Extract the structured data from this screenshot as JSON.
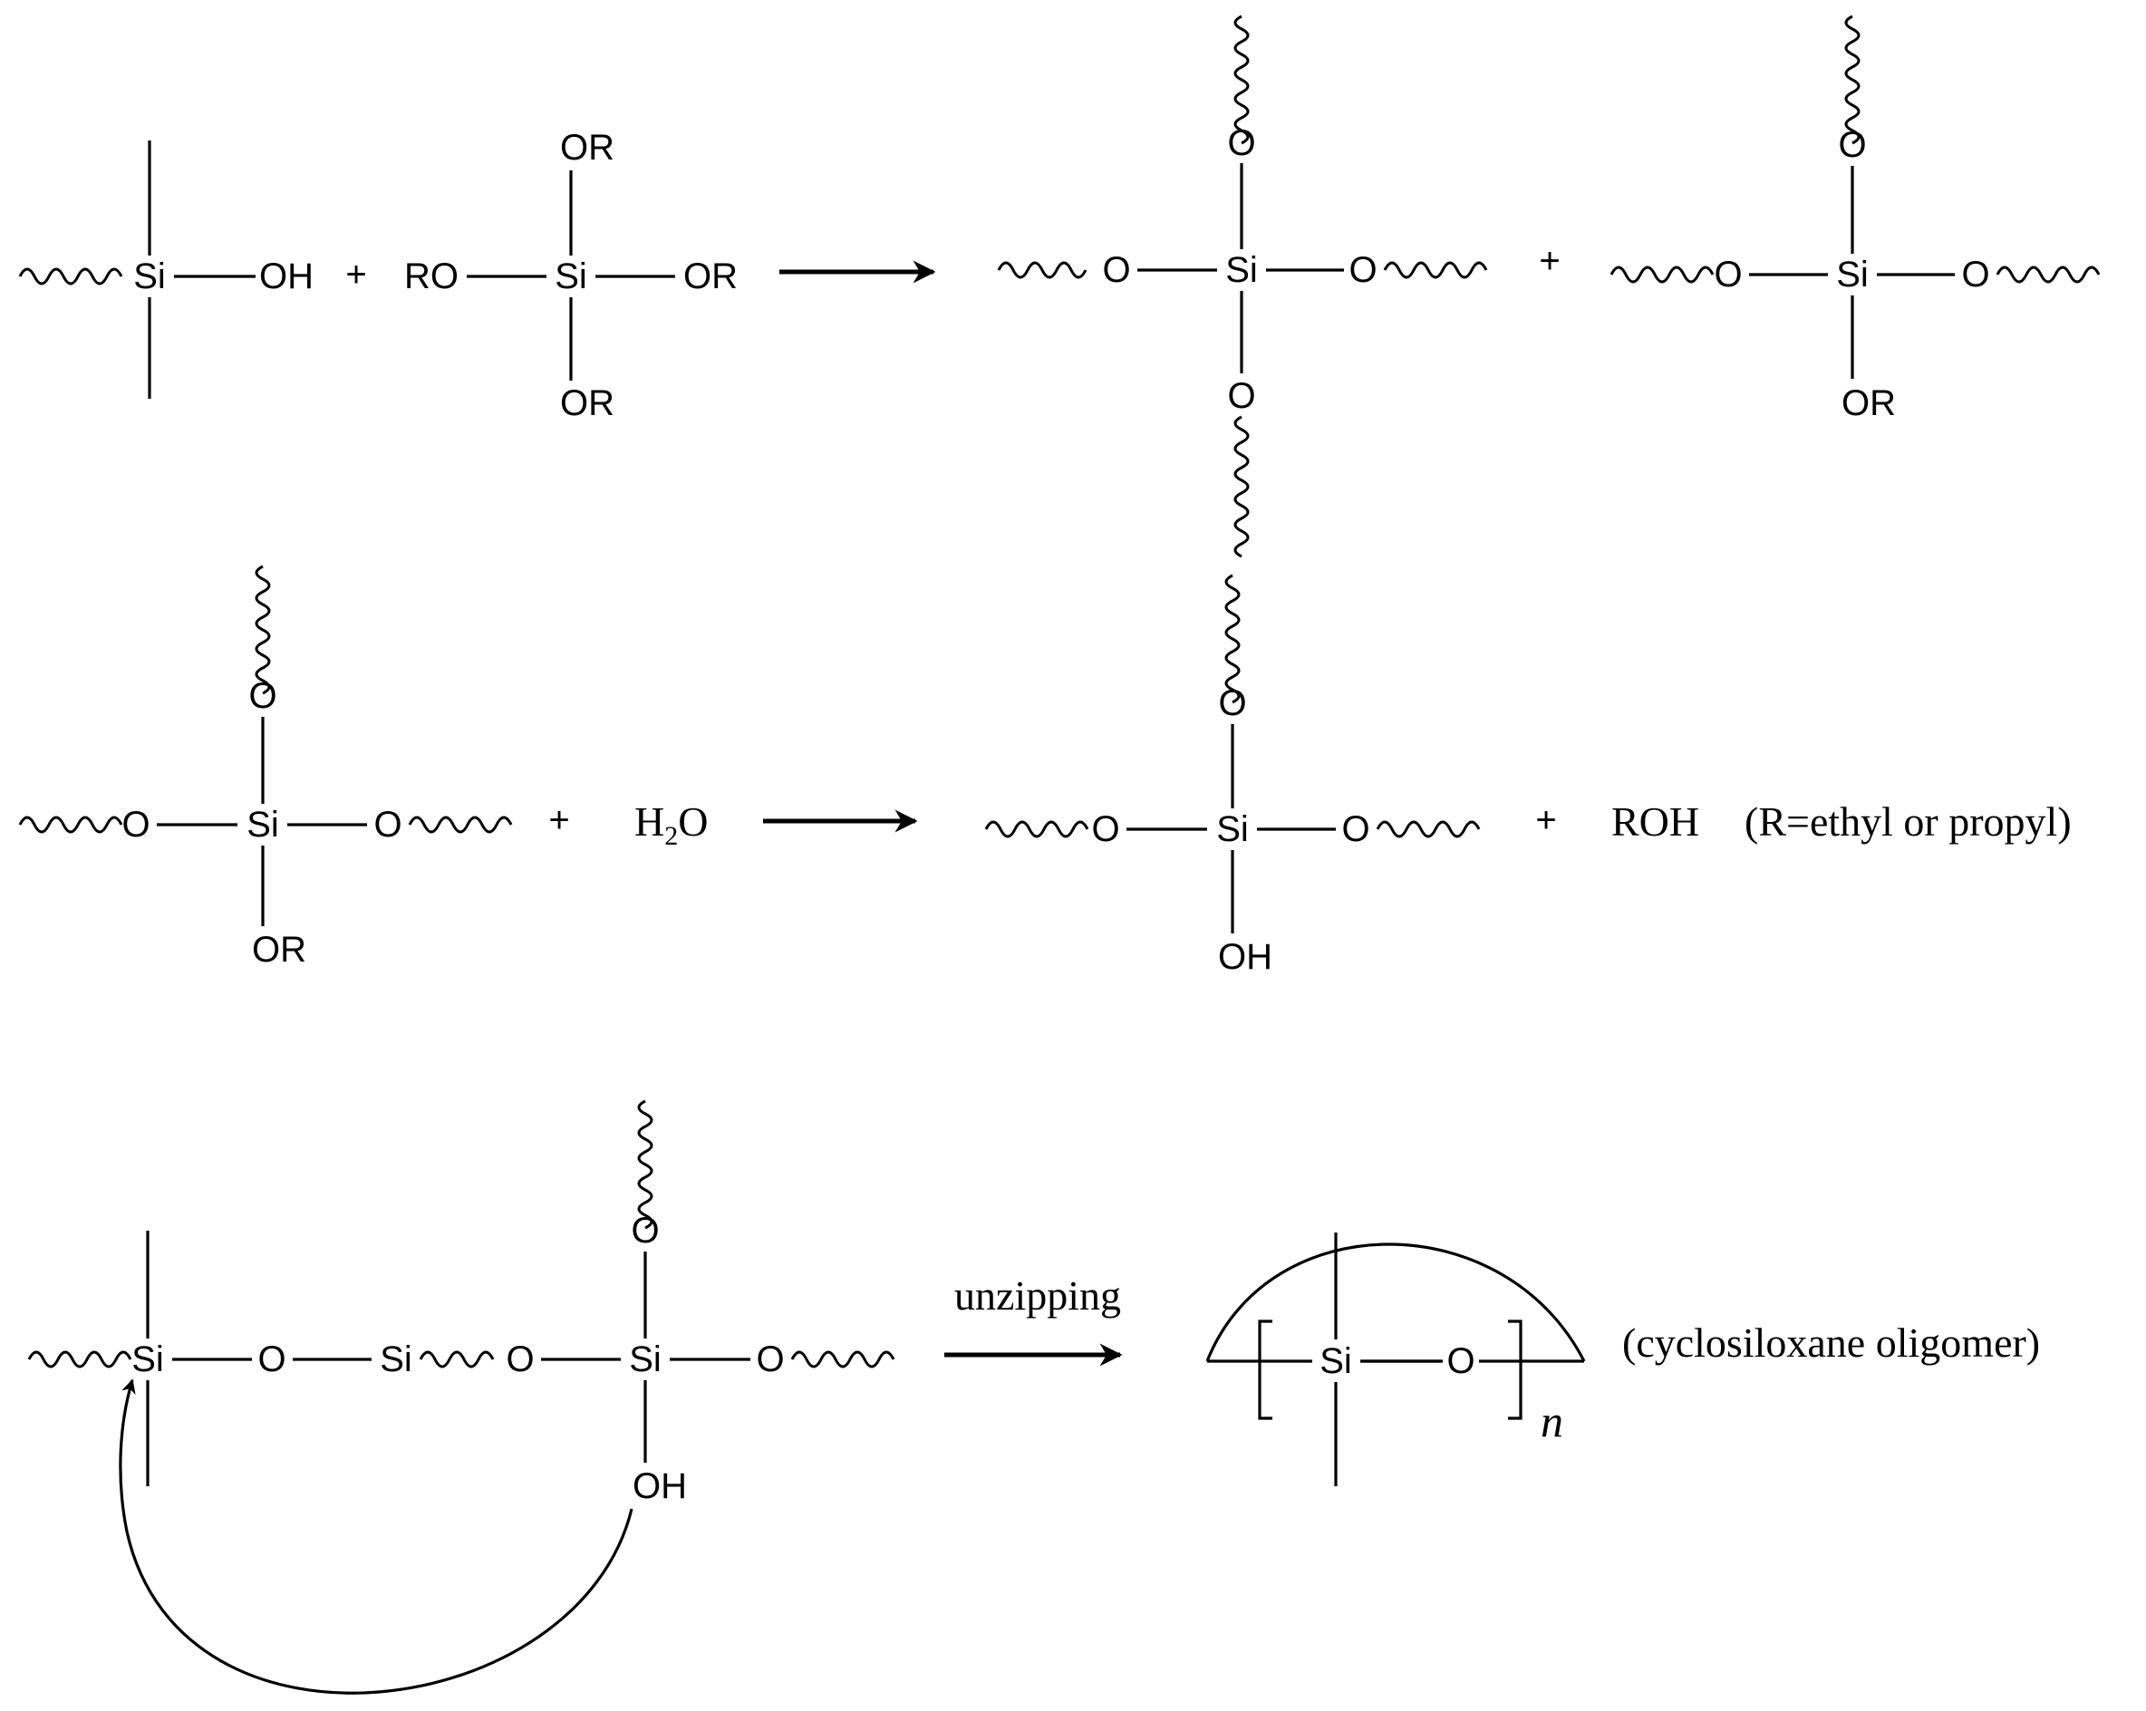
{
  "labels": {
    "si": "Si",
    "o": "O",
    "oh": "OH",
    "or": "OR",
    "ro": "RO",
    "plus": "+",
    "water_h": "H",
    "water_sub": "2",
    "water_o": "O",
    "roh": "ROH",
    "r_note": "(R=ethyl or propyl)",
    "unzipping": "unzipping",
    "cyclosiloxane": "(cyclosiloxane oligomer)",
    "n": "n"
  },
  "colors": {
    "ink": "#000000",
    "background": "#ffffff"
  }
}
